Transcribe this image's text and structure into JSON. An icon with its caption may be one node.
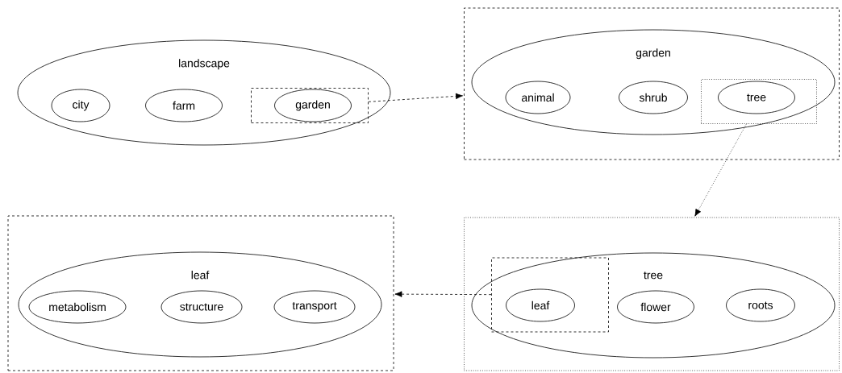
{
  "diagram": {
    "nodes": [
      {
        "text": [
          "landscape"
        ]
      },
      {
        "text": [
          "city"
        ],
        "in": 0
      },
      {
        "text": [
          "farm"
        ],
        "in": 0
      },
      {
        "text": [],
        "shape": "box",
        "in": 0
      },
      {
        "text": [
          "garden"
        ],
        "in": 3
      },
      {
        "text": [],
        "shape": "box"
      },
      {
        "text": [
          "garden"
        ],
        "in": 5
      },
      {
        "text": [
          "animal"
        ],
        "in": 6
      },
      {
        "text": [
          "shrub"
        ],
        "in": 6
      },
      {
        "text": [],
        "shape": "box",
        "in": 6
      },
      {
        "text": [
          "tree"
        ],
        "in": 9
      },
      {
        "text": [],
        "shape": "box"
      },
      {
        "text": [
          "tree"
        ],
        "in": 11
      },
      {
        "text": [],
        "shape": "box",
        "in": 12
      },
      {
        "text": [
          "leaf"
        ],
        "in": 13
      },
      {
        "text": [
          "flower"
        ],
        "in": 12
      },
      {
        "text": [
          "roots"
        ],
        "in": 12
      },
      {
        "text": [],
        "shape": "box"
      },
      {
        "text": [
          "leaf"
        ],
        "in": 17
      },
      {
        "text": [
          "metabolism"
        ],
        "in": 18
      },
      {
        "text": [
          "structure"
        ],
        "in": 18
      },
      {
        "text": [
          "transport"
        ],
        "in": 18
      }
    ],
    "edges": [
      {
        "from": 3,
        "to": 5,
        "arrow": "to",
        "style": "dashed"
      },
      {
        "from": 9,
        "to": 11,
        "arrow": "to",
        "style": "dashed"
      },
      {
        "from": 13,
        "to": 17,
        "arrow": "to",
        "style": "dashed"
      }
    ]
  }
}
